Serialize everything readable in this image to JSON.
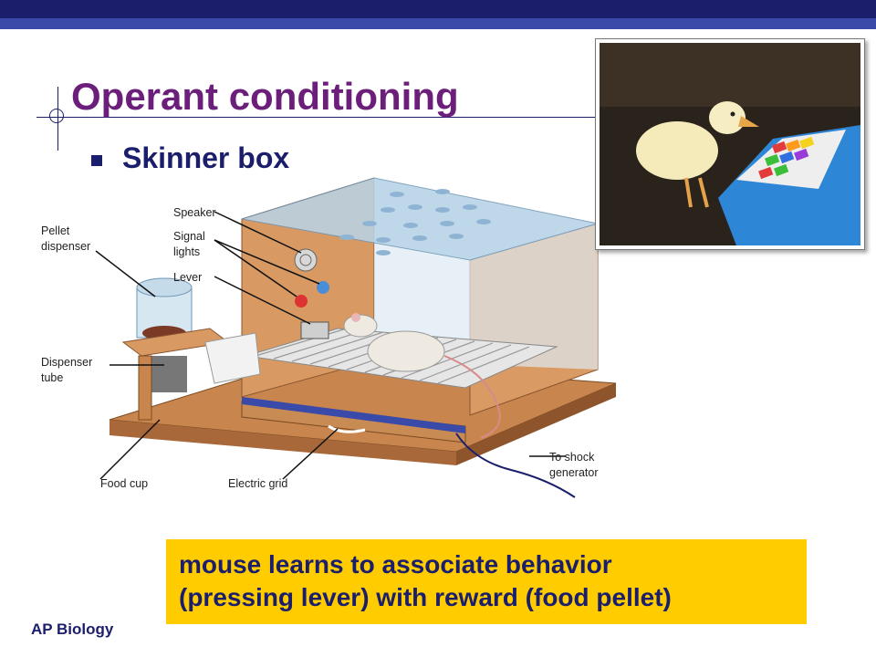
{
  "slide": {
    "title": "Operant conditioning",
    "bullet": "Skinner box",
    "footer": "AP Biology"
  },
  "diagram": {
    "labels": {
      "pellet_dispenser_1": "Pellet",
      "pellet_dispenser_2": "dispenser",
      "speaker": "Speaker",
      "signal_lights_1": "Signal",
      "signal_lights_2": "lights",
      "lever": "Lever",
      "dispenser_tube_1": "Dispenser",
      "dispenser_tube_2": "tube",
      "food_cup": "Food cup",
      "electric_grid": "Electric grid",
      "shock_1": "To shock",
      "shock_2": "generator"
    }
  },
  "callout": {
    "line1": "mouse learns to associate behavior",
    "line2": "(pressing lever) with reward (food pellet)"
  },
  "colors": {
    "header_bar": "#1b1f6b",
    "title": "#6b1e7a",
    "text": "#1b1f6b",
    "callout_bg": "#ffcc00",
    "wood": "#c8864e"
  }
}
